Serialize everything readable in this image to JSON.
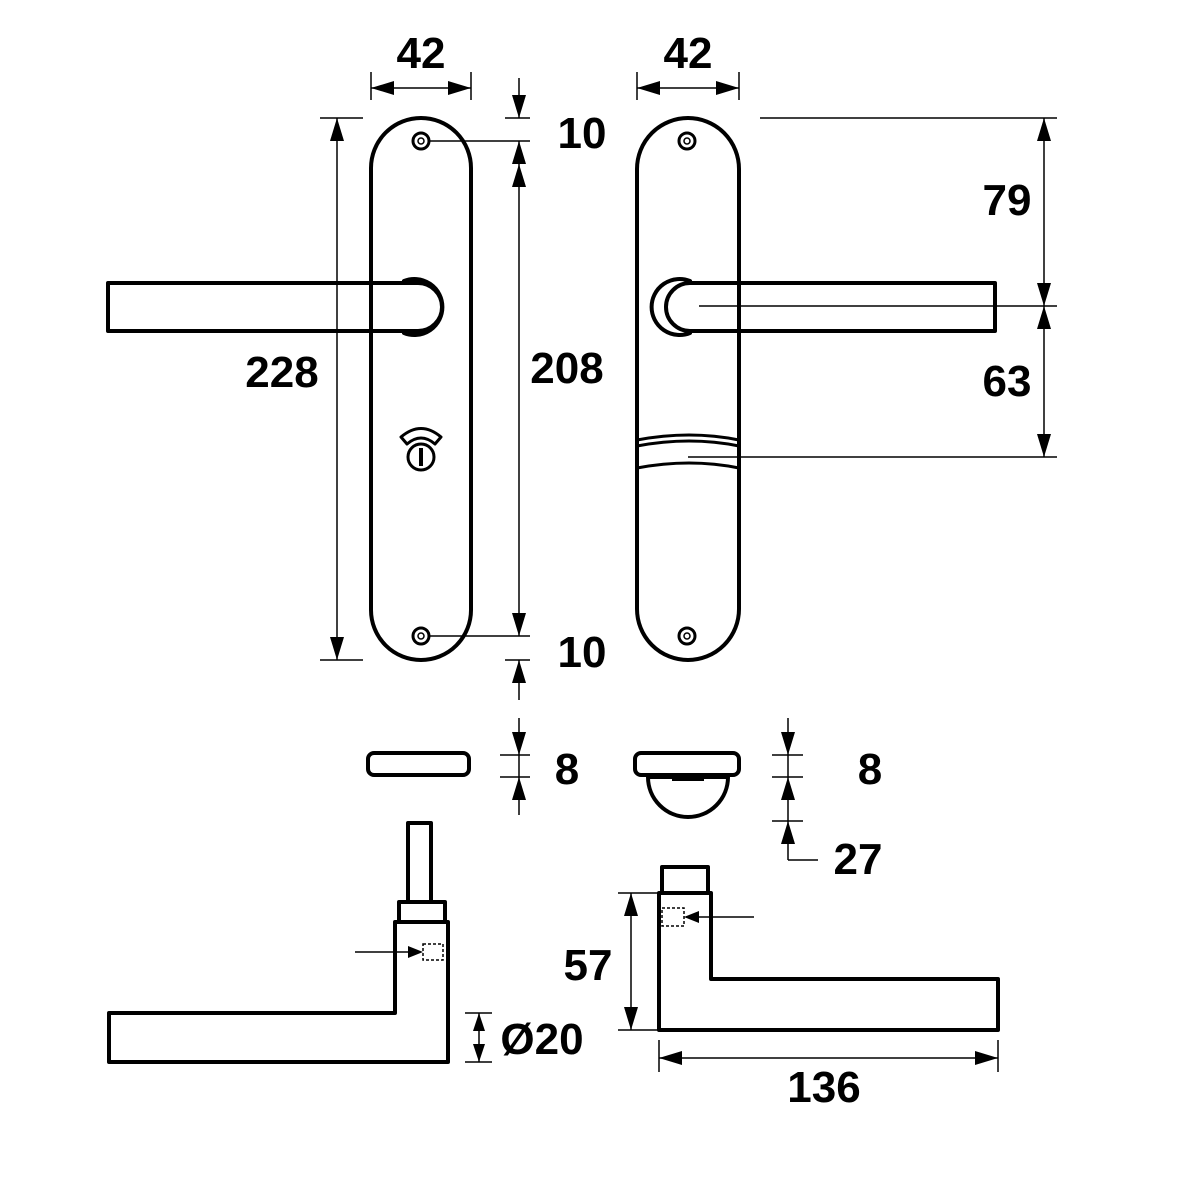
{
  "dimensions": {
    "backplate_width_left": "42",
    "backplate_width_right": "42",
    "top_hole_offset": "10",
    "hole_spacing": "208",
    "bottom_hole_offset": "10",
    "overall_height": "228",
    "lever_to_top": "79",
    "lever_to_slot": "63",
    "plate_thickness_left": "8",
    "plate_thickness_right": "8",
    "rose_depth": "27",
    "lever_height": "57",
    "lever_diameter": "Ø20",
    "lever_length": "136"
  }
}
